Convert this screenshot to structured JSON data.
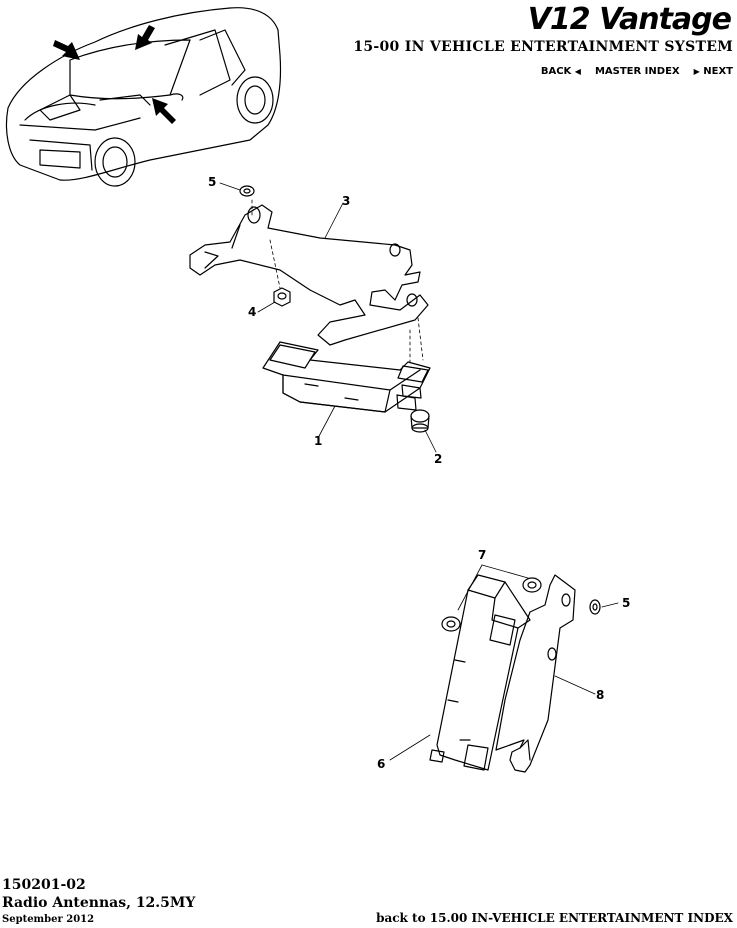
{
  "header": {
    "logo_text": "V12 Vantage",
    "section_title": "15-00 IN VEHICLE ENTERTAINMENT SYSTEM",
    "back_label": "BACK",
    "master_index_label": "MASTER INDEX",
    "next_label": "NEXT"
  },
  "callouts": {
    "c1": "1",
    "c2": "2",
    "c3": "3",
    "c4": "4",
    "c5a": "5",
    "c5b": "5",
    "c6": "6",
    "c7": "7",
    "c8": "8"
  },
  "footer": {
    "doc_id": "150201-02",
    "title": "Radio Antennas, 12.5MY",
    "date": "September 2012",
    "index_link": "back to 15.00 IN-VEHICLE ENTERTAINMENT INDEX"
  }
}
